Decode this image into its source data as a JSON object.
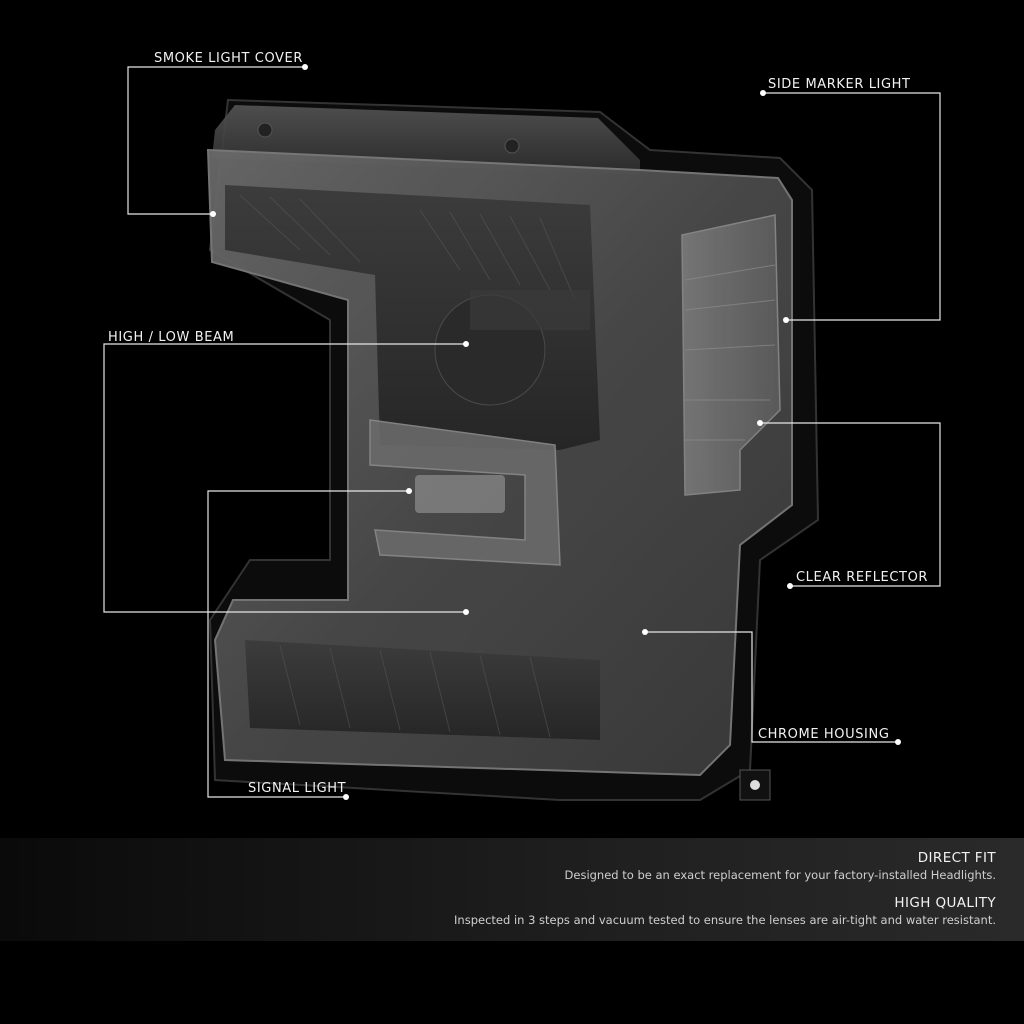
{
  "callouts": {
    "smoke_light_cover": "SMOKE LIGHT COVER",
    "side_marker_light": "SIDE MARKER LIGHT",
    "high_low_beam": "HIGH / LOW BEAM",
    "clear_reflector": "CLEAR REFLECTOR",
    "chrome_housing": "CHROME HOUSING",
    "signal_light": "SIGNAL LIGHT"
  },
  "features": [
    {
      "title": "DIRECT FIT",
      "description": "Designed to be an exact replacement for your factory-installed Headlights."
    },
    {
      "title": "HIGH QUALITY",
      "description": "Inspected in 3 steps and vacuum tested to ensure the lenses are air-tight and water resistant."
    }
  ],
  "colors": {
    "background": "#000000",
    "callout_line": "#e6e6e6",
    "lens_smoke": "#5a5a5a"
  }
}
